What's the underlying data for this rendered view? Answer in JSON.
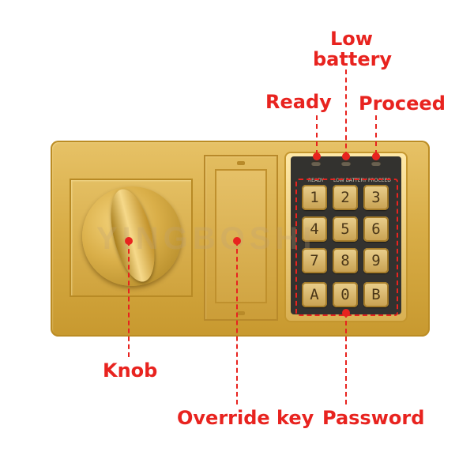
{
  "labels": {
    "low_battery": "Low\nbattery",
    "ready": "Ready",
    "proceed": "Proceed",
    "knob": "Knob",
    "override_key": "Override key",
    "password": "Password"
  },
  "indicators": {
    "ready": "READY",
    "low_battery": "LOW BATTERY",
    "proceed": "PROCEED"
  },
  "keypad": {
    "keys": [
      "1",
      "2",
      "3",
      "4",
      "5",
      "6",
      "7",
      "8",
      "9",
      "A",
      "0",
      "B"
    ]
  },
  "watermark": "YINGBOSHI",
  "colors": {
    "callout": "#e8231f",
    "panel_gold": "#d8ad47",
    "keypad_bg": "#33322f"
  }
}
